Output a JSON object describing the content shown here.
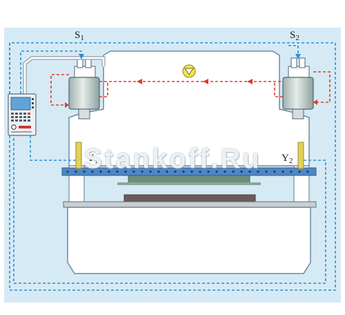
{
  "labels": {
    "s1": "S1",
    "s2": "S2",
    "y1": "Y1",
    "y2": "Y2"
  },
  "watermark": "Stankoff.Ru",
  "colors": {
    "background": "#d6eaf5",
    "frame": "#ffffff",
    "outline": "#6e8aa0",
    "cylinder": "#c9d2d0",
    "beam": "#4f86c4",
    "scale": "#e3d15a",
    "die": "#6b8f7c",
    "hydraulic_line": "#e03a2a",
    "signal_line": "#2c8fd0"
  },
  "icons": {
    "valve": "valve-triangle-icon",
    "controller": "cnc-controller-icon"
  }
}
